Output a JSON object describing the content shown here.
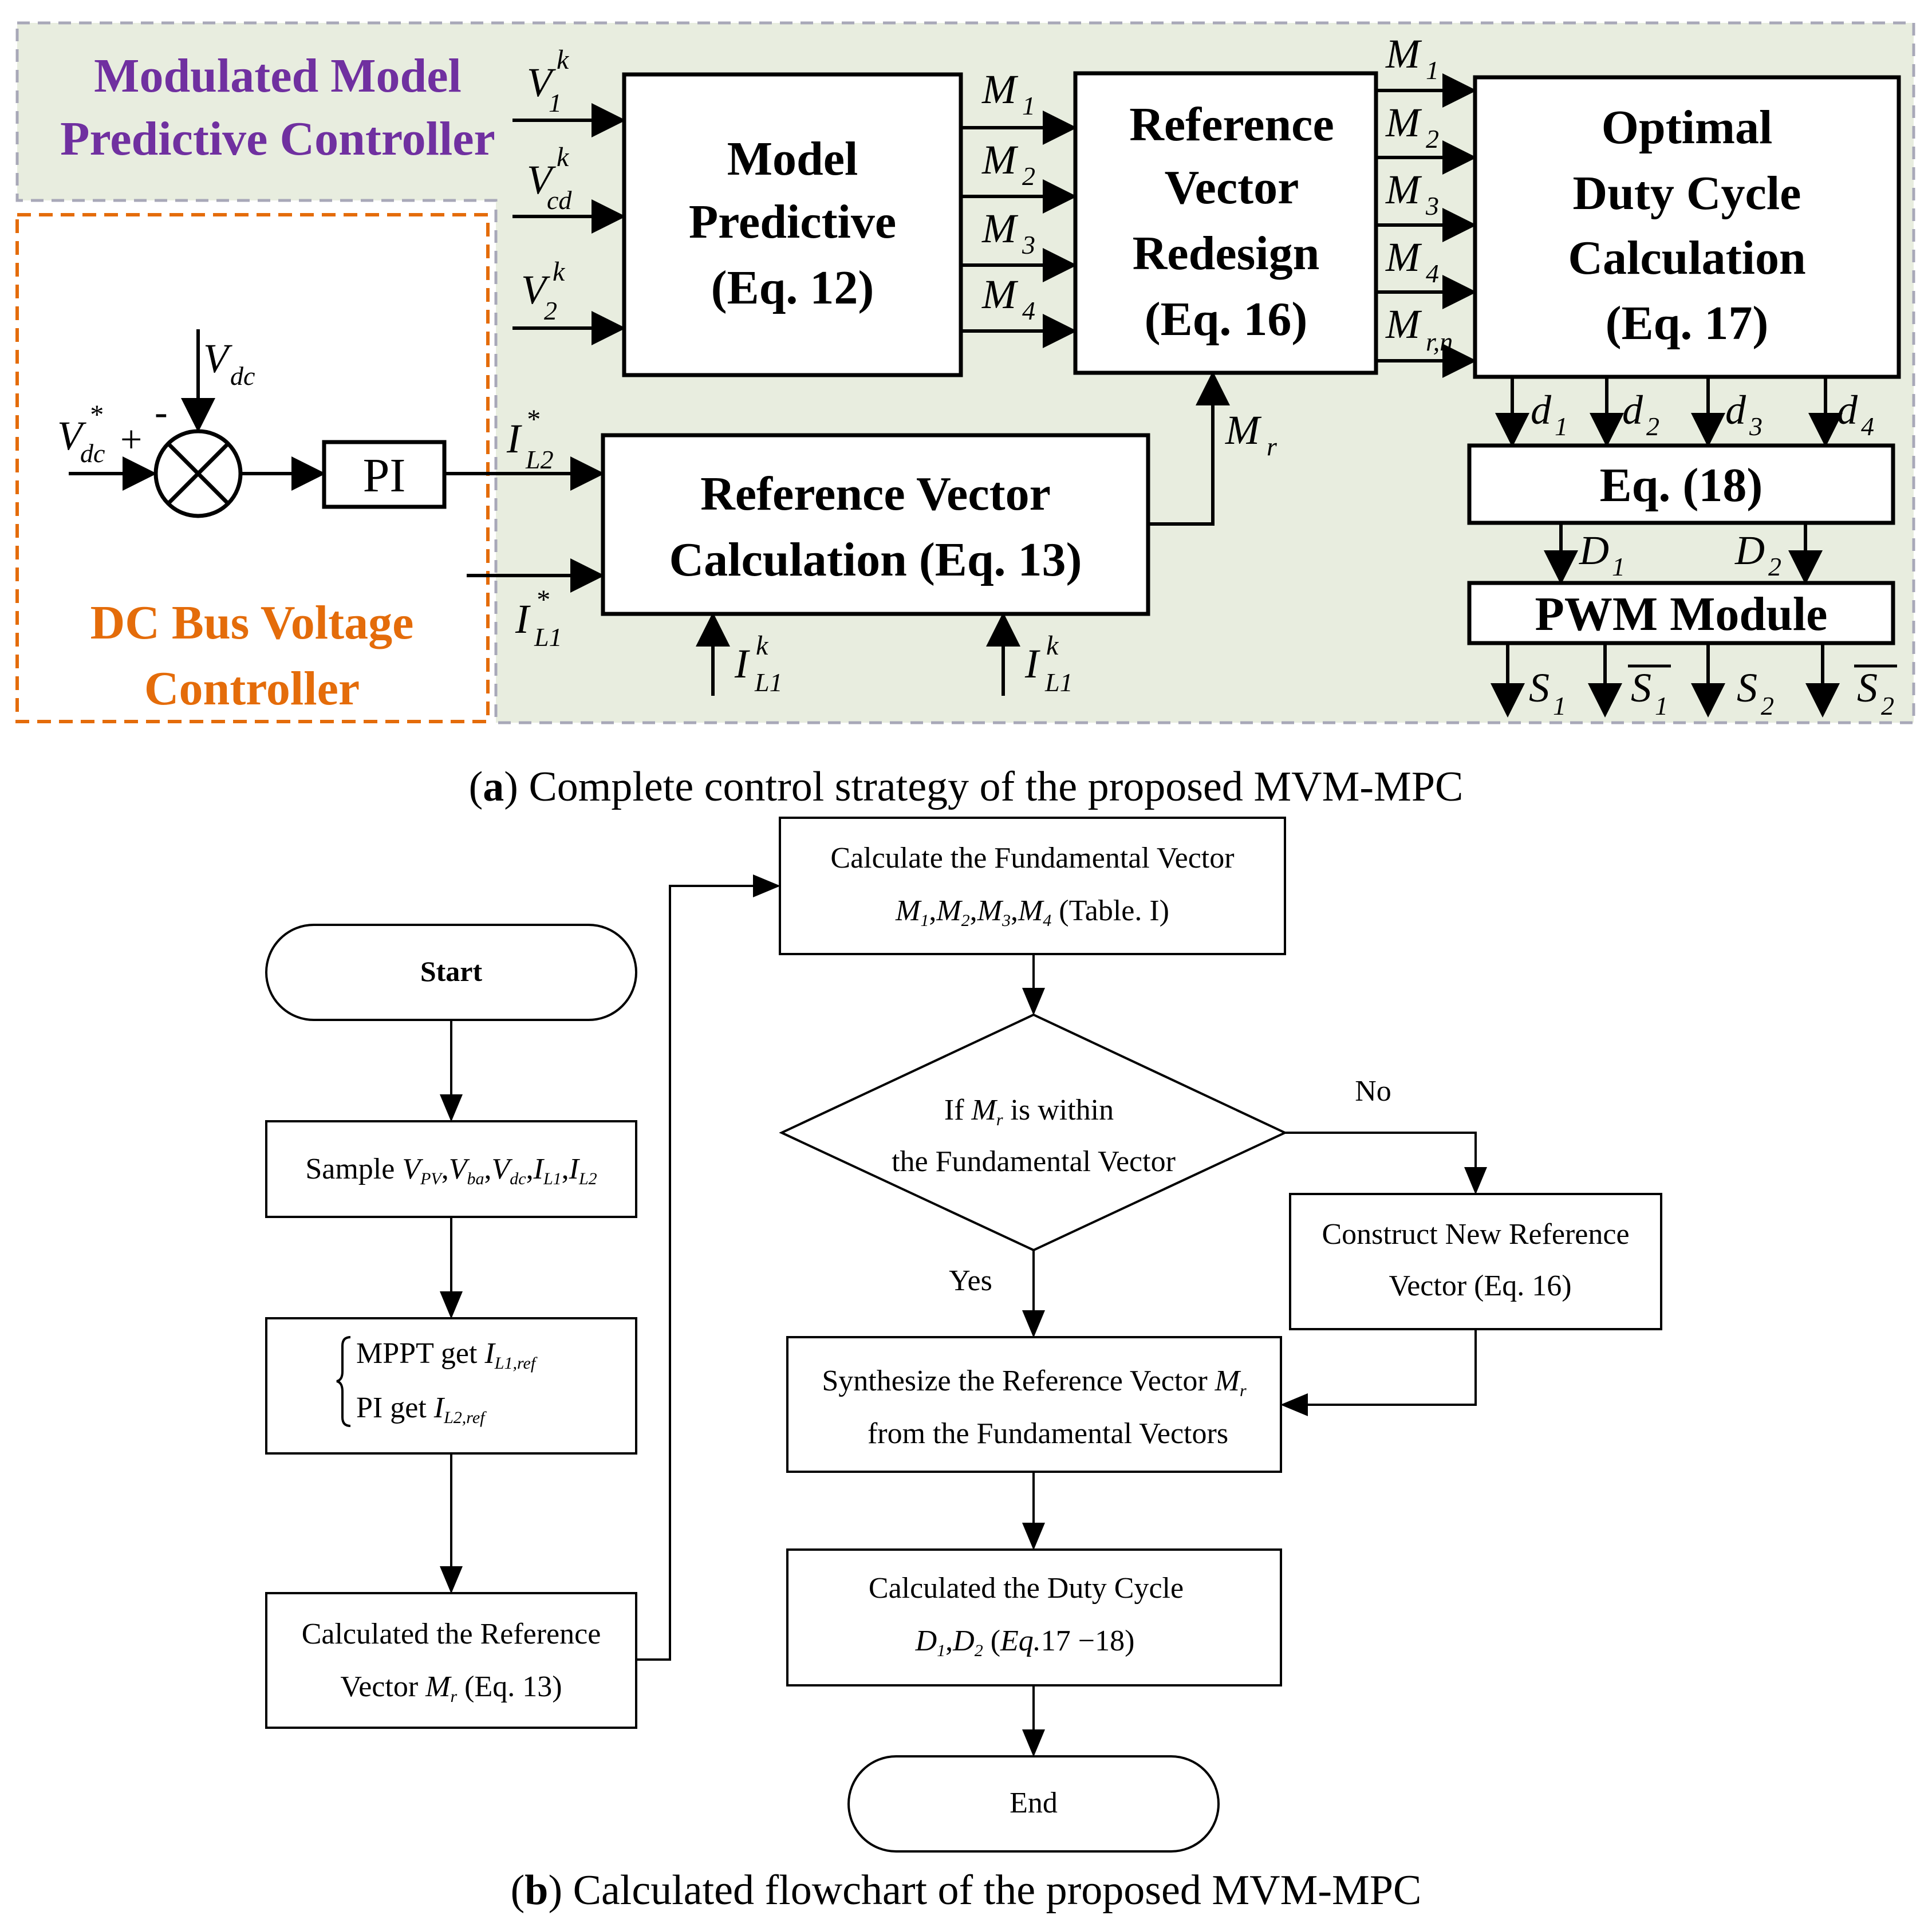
{
  "part_a": {
    "mmpc_title": [
      "Modulated Model",
      "Predictive Controller"
    ],
    "dc_title": [
      "DC Bus Voltage",
      "Controller"
    ],
    "inputs": {
      "v1k": {
        "base": "V",
        "sub": "1",
        "sup": "k"
      },
      "vcdk": {
        "base": "V",
        "sub": "cd",
        "sup": "k"
      },
      "v2k": {
        "base": "V",
        "sub": "2",
        "sup": "k"
      }
    },
    "blocks": {
      "model_predictive": [
        "Model",
        "Predictive",
        "(Eq. 12)"
      ],
      "ref_vector_redesign": [
        "Reference",
        "Vector",
        "Redesign",
        "(Eq. 16)"
      ],
      "optimal_duty": [
        "Optimal",
        "Duty Cycle",
        "Calculation",
        "(Eq. 17)"
      ],
      "ref_vector_calc": [
        "Reference Vector",
        "Calculation (Eq. 13)"
      ],
      "eq18": "Eq. (18)",
      "pwm": "PWM Module",
      "pi": "PI"
    },
    "signals": {
      "m1": {
        "base": "M",
        "sub": "1"
      },
      "m2": {
        "base": "M",
        "sub": "2"
      },
      "m3": {
        "base": "M",
        "sub": "3"
      },
      "m4": {
        "base": "M",
        "sub": "4"
      },
      "mrn": {
        "base": "M",
        "sub": "r,n"
      },
      "mr": {
        "base": "M",
        "sub": "r"
      },
      "d1": {
        "base": "d",
        "sub": "1"
      },
      "d2": {
        "base": "d",
        "sub": "2"
      },
      "d3": {
        "base": "d",
        "sub": "3"
      },
      "d4": {
        "base": "d",
        "sub": "4"
      },
      "D1": {
        "base": "D",
        "sub": "1"
      },
      "D2": {
        "base": "D",
        "sub": "2"
      },
      "S1": {
        "base": "S",
        "sub": "1"
      },
      "S1bar": {
        "base": "S",
        "sub": "1"
      },
      "S2": {
        "base": "S",
        "sub": "2"
      },
      "S2bar": {
        "base": "S",
        "sub": "2"
      },
      "vdc": {
        "base": "V",
        "sub": "dc"
      },
      "vdc_ref": {
        "base": "V",
        "sub": "dc",
        "sup": "*"
      },
      "il2_ref": {
        "base": "I",
        "sub": "L2",
        "sup": "*"
      },
      "il1_ref": {
        "base": "I",
        "sub": "L1",
        "sup": "*"
      },
      "il1k_a": {
        "base": "I",
        "sub": "L1",
        "sup": "k"
      },
      "il1k_b": {
        "base": "I",
        "sub": "L1",
        "sup": "k"
      },
      "plus": "+",
      "minus": "-"
    },
    "caption_label": "a",
    "caption_text": "Complete control strategy of the proposed MVM-MPC"
  },
  "part_b": {
    "start": "Start",
    "end": "End",
    "sample": {
      "prefix": "Sample ",
      "vars": [
        {
          "base": "V",
          "sub": "PV"
        },
        {
          "base": "V",
          "sub": "ba"
        },
        {
          "base": "V",
          "sub": "dc"
        },
        {
          "base": "I",
          "sub": "L1"
        },
        {
          "base": "I",
          "sub": "L2"
        }
      ]
    },
    "mppt": {
      "line1_prefix": "MPPT get ",
      "line1_var": {
        "base": "I",
        "sub": "L1,ref"
      },
      "line2_prefix": "PI get ",
      "line2_var": {
        "base": "I",
        "sub": "L2,ref"
      }
    },
    "calc_ref": {
      "line1": "Calculated the Reference",
      "line2_prefix": "Vector ",
      "line2_var": {
        "base": "M",
        "sub": "r"
      },
      "line2_suffix": " (Eq. 13)"
    },
    "fundamental": {
      "line1": "Calculate the  Fundamental Vector",
      "vars": [
        {
          "base": "M",
          "sub": "1"
        },
        {
          "base": "M",
          "sub": "2"
        },
        {
          "base": "M",
          "sub": "3"
        },
        {
          "base": "M",
          "sub": "4"
        }
      ],
      "line2_suffix": " (Table. I)"
    },
    "decision": {
      "line1_prefix": "If ",
      "line1_var": {
        "base": "M",
        "sub": "r"
      },
      "line1_suffix": "  is within",
      "line2": "the Fundamental Vector"
    },
    "no_label": "No",
    "yes_label": "Yes",
    "construct": {
      "line1": "Construct New Reference",
      "line2": "Vector (Eq. 16)"
    },
    "synthesize": {
      "line1_prefix": "Synthesize the Reference Vector ",
      "line1_var": {
        "base": "M",
        "sub": "r"
      },
      "line2": "from the Fundamental Vectors"
    },
    "duty": {
      "line1": "Calculated the Duty Cycle",
      "vars": [
        {
          "base": "D",
          "sub": "1"
        },
        {
          "base": "D",
          "sub": "2"
        }
      ],
      "line2_eq": "Eq.",
      "line2_suffix": "17 −18)"
    },
    "caption_label": "b",
    "caption_text": "Calculated flowchart of the proposed MVM-MPC"
  }
}
